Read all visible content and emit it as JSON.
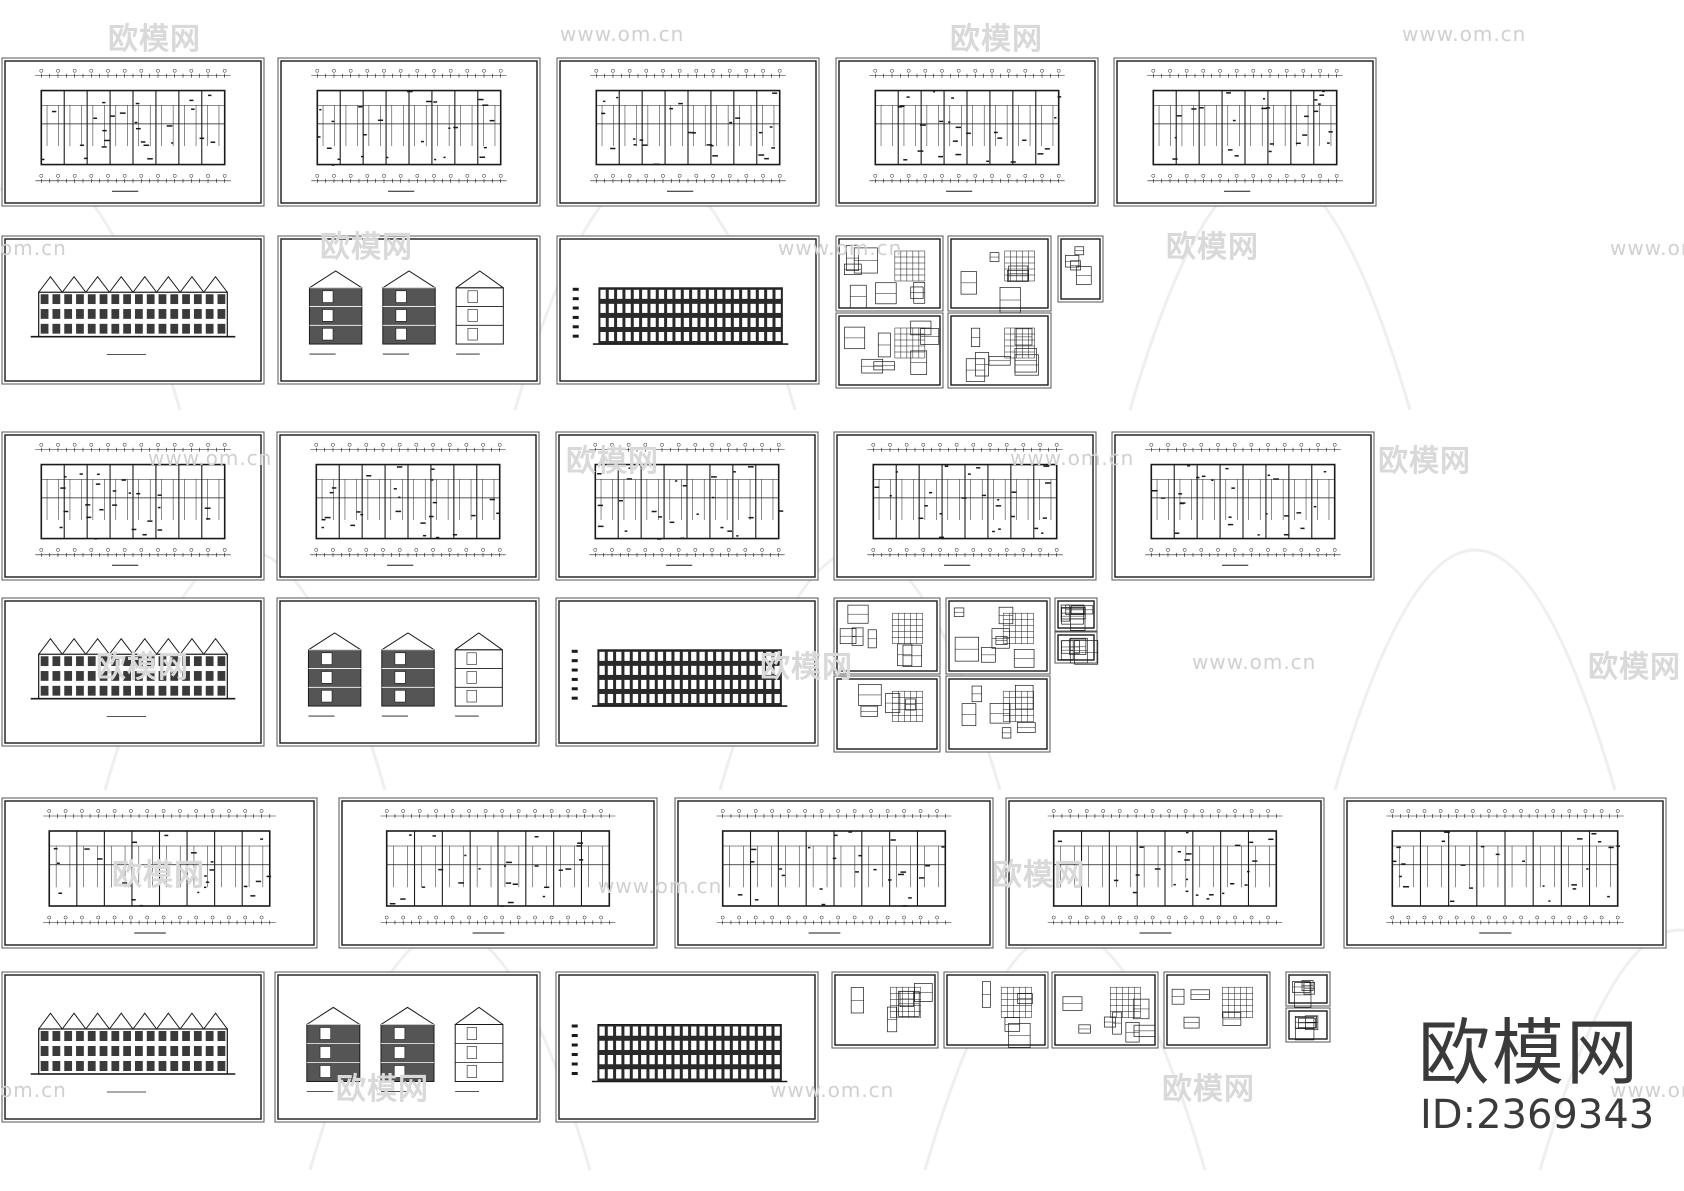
{
  "brand": {
    "name": "欧模网",
    "id_label": "ID:2369343"
  },
  "watermark": {
    "logo_text": "欧模网",
    "url_text": "www.om.cn",
    "url_short": "om.cn"
  },
  "colors": {
    "background": "#ffffff",
    "line": "#1a1a1a",
    "frame": "#555555",
    "watermark": "#d9d9d9"
  }
}
